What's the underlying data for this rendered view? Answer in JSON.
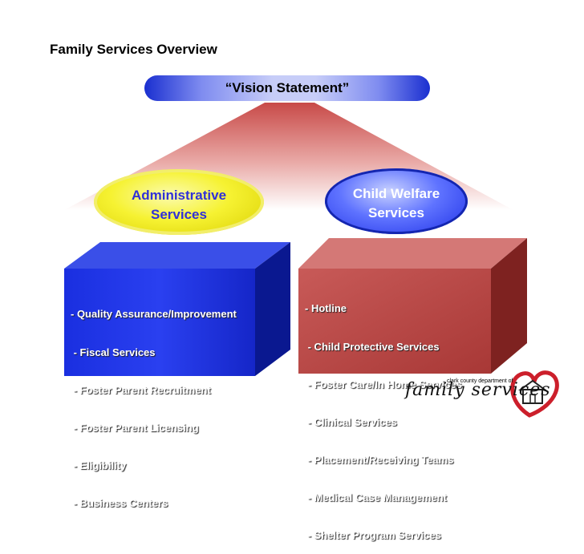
{
  "title": "Family Services Overview",
  "vision": "“Vision Statement”",
  "admin": {
    "line1": "Administrative",
    "line2": "Services"
  },
  "child": {
    "line1": "Child Welfare",
    "line2": "Services"
  },
  "admin_items": [
    "- Quality Assurance/Improvement",
    " - Fiscal Services",
    " - Foster Parent Recruitment",
    " - Foster Parent Licensing",
    " - Eligibility",
    " - Business Centers"
  ],
  "child_items": [
    "- Hotline",
    " - Child Protective Services",
    " - Foster Care/In Home Services",
    " - Clinical Services",
    " - Placement/Receiving Teams",
    " - Medical Case Management",
    " - Shelter Program Services"
  ],
  "logo": {
    "dept": "clark county department of",
    "script": "family services"
  },
  "colors": {
    "blue": "#1d2fe6",
    "red_box": "#b5403f",
    "yellow": "#f6f232",
    "heart": "#cc1f2b"
  }
}
